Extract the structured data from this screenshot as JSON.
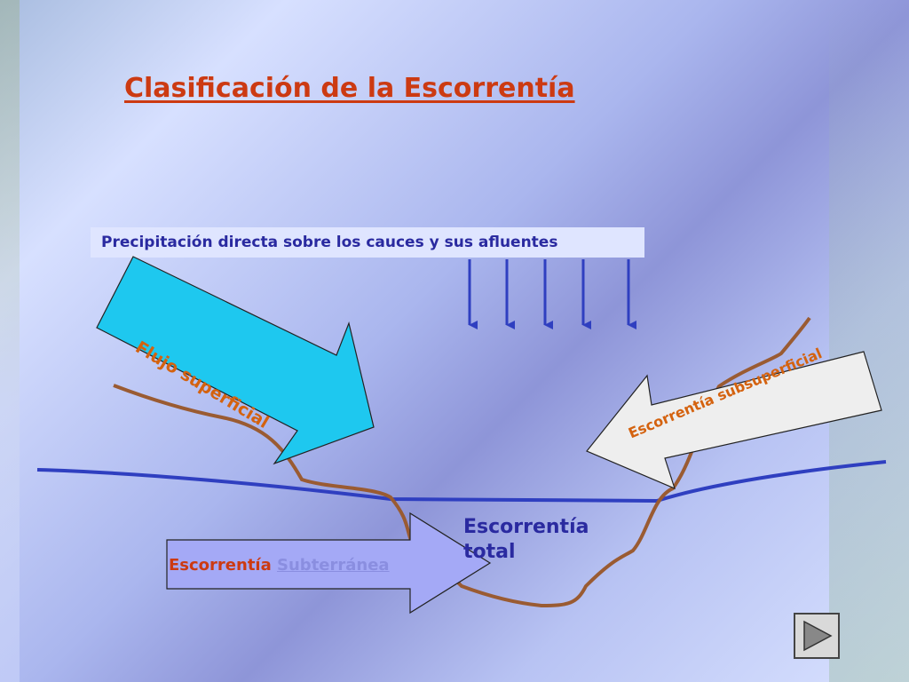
{
  "title": "Clasificación de la Escorrentía",
  "precipitation_label": "Precipitación directa sobre los cauces y sus afluentes",
  "arrows": {
    "surface_flow": "Flujo superficial",
    "subsurface_runoff": "Escorrentía subsuperficial",
    "groundwater_runoff_prefix": "Escorrentía",
    "groundwater_runoff_link": "Subterránea"
  },
  "total_runoff": "Escorrentía total",
  "colors": {
    "title": "#cc3a12",
    "label_orange": "#d4620f",
    "blue_text": "#2a2aa0",
    "terrain": "#9a5b32",
    "water_line": "#2f3fc0",
    "surface_arrow": "#1ec8ef",
    "subsurface_arrow": "#eeeeee",
    "ground_arrow": "#a4a9f6"
  },
  "nav": {
    "icon": "play-triangle-icon"
  }
}
